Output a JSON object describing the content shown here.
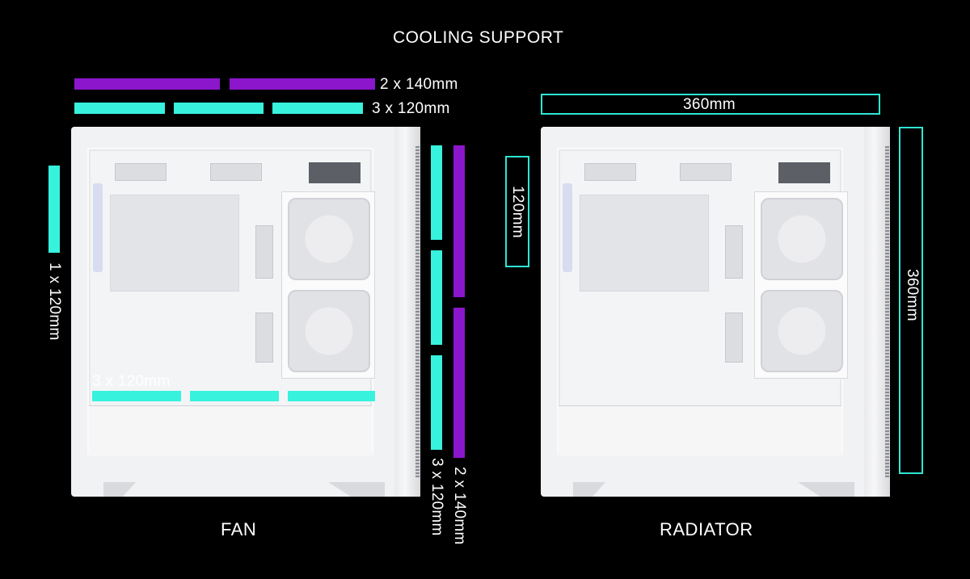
{
  "title": "COOLING SUPPORT",
  "fan": {
    "caption": "FAN",
    "top_label": "2 x 140mm",
    "top_label_120": "3 x 120mm",
    "left_label": "1 x 120mm",
    "bottom_label": "3 x 120mm",
    "side_label_120": "3 x 120mm",
    "side_label_140": "2 x 140mm"
  },
  "radiator": {
    "caption": "RADIATOR",
    "top_label": "360mm",
    "left_label": "120mm",
    "side_label": "360mm"
  },
  "colors": {
    "purple": "#8b16cc",
    "cyan": "#37f2dd",
    "background": "#000000",
    "case": "#f1f2f4"
  }
}
